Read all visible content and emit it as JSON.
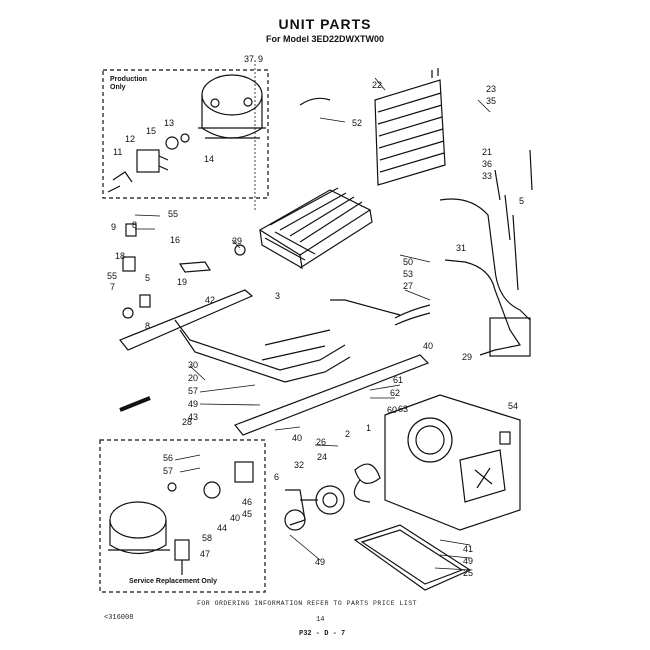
{
  "header": {
    "title": "UNIT PARTS",
    "model_prefix": "For Model",
    "model_number": "3ED22DWXTW00"
  },
  "boxes": {
    "production": "Production Only",
    "service": "Service Replacement Only"
  },
  "footer": {
    "ordering_note": "FOR ORDERING INFORMATION REFER TO PARTS PRICE LIST",
    "drawing_code": "<316008",
    "page_number": "14",
    "figure_code": "P32 - D - 7"
  },
  "callouts": [
    "37",
    "9",
    "22",
    "23",
    "35",
    "52",
    "13",
    "15",
    "12",
    "11",
    "14",
    "21",
    "36",
    "33",
    "5",
    "55",
    "8",
    "9",
    "16",
    "39",
    "18",
    "19",
    "42",
    "55",
    "7",
    "5",
    "3",
    "50",
    "53",
    "27",
    "31",
    "8",
    "40",
    "29",
    "30",
    "20",
    "57",
    "49",
    "43",
    "61",
    "62",
    "63",
    "60",
    "54",
    "28",
    "56",
    "57",
    "40",
    "26",
    "6",
    "32",
    "24",
    "2",
    "1",
    "46",
    "45",
    "40",
    "44",
    "58",
    "47",
    "41",
    "49",
    "25",
    "49"
  ]
}
